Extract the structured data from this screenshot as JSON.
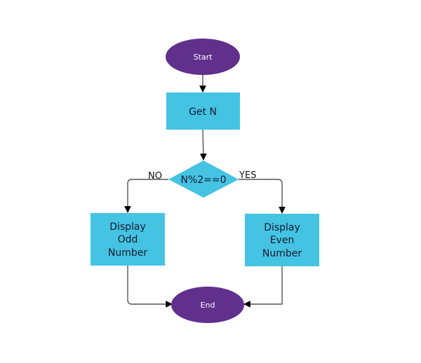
{
  "diagram": {
    "type": "flowchart",
    "colors": {
      "terminal": "#612f8c",
      "process": "#44c3e3",
      "decision": "#44c3e3",
      "edge": "#555555",
      "arrowhead": "#000000"
    },
    "nodes": {
      "start": {
        "shape": "ellipse",
        "label": "Start"
      },
      "get_n": {
        "shape": "rectangle",
        "label": "Get N"
      },
      "decision": {
        "shape": "diamond",
        "label": "N%2==0"
      },
      "odd": {
        "shape": "rectangle",
        "lines": [
          "Display",
          "Odd",
          "Number"
        ]
      },
      "even": {
        "shape": "rectangle",
        "lines": [
          "Display",
          "Even",
          "Number"
        ]
      },
      "end": {
        "shape": "ellipse",
        "label": "End"
      }
    },
    "edges": [
      {
        "from": "start",
        "to": "get_n",
        "label": ""
      },
      {
        "from": "get_n",
        "to": "decision",
        "label": ""
      },
      {
        "from": "decision",
        "to": "odd",
        "label": "NO"
      },
      {
        "from": "decision",
        "to": "even",
        "label": "YES"
      },
      {
        "from": "odd",
        "to": "end",
        "label": ""
      },
      {
        "from": "even",
        "to": "end",
        "label": ""
      }
    ],
    "edge_labels": {
      "no": "NO",
      "yes": "YES"
    }
  }
}
